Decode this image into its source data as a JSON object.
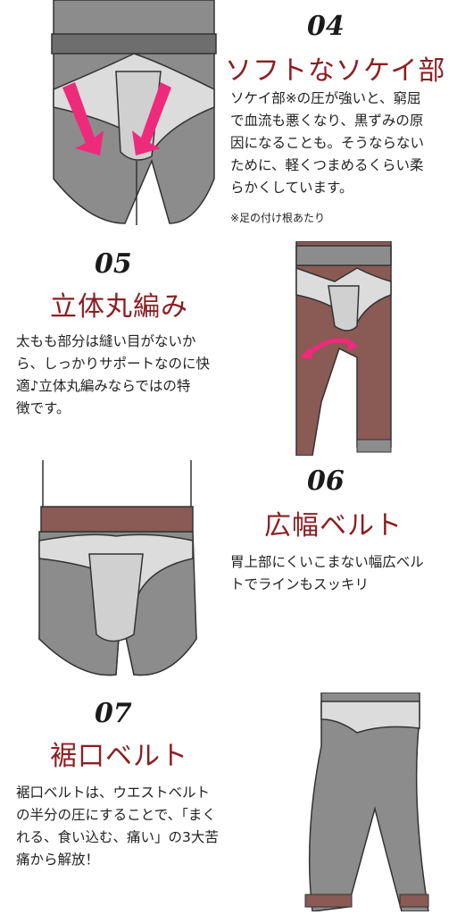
{
  "sections": [
    {
      "number": "04",
      "title": "ソフトなソケイ部",
      "lines": [
        "ソケイ部※の圧が強いと、窮屈",
        "で血流も悪くなり、黒ずみの原",
        "因になることも。そうならない",
        "ために、軽くつまめるくらい柔",
        "らかくしています。"
      ],
      "note": "※足の付け根あたり"
    },
    {
      "number": "05",
      "title": "立体丸編み",
      "lines": [
        "太もも部分は縫い目がないか",
        "ら、しっかりサポートなのに快",
        "適♪立体丸編みならではの特",
        "徴です。"
      ]
    },
    {
      "number": "06",
      "title": "広幅ベルト",
      "lines": [
        "胃上部にくいこまない幅広ベル",
        "トでラインもスッキリ"
      ]
    },
    {
      "number": "07",
      "title": "裾口ベルト",
      "lines": [
        "裾口ベルトは、ウエストベルト",
        "の半分の圧にすることで、「まく",
        "れる、食い込む、痛い」の3大苦",
        "痛から解放！"
      ]
    }
  ],
  "colors": {
    "fabric_gray": "#8c8c8c",
    "fabric_light": "#dcdcdc",
    "band_dark": "#6e6e6e",
    "accent_brown": "#8a5a55",
    "arrow_pink": "#ee2a7b",
    "title_red": "#8b1e22"
  },
  "icons": [
    "inward-arrow-icon",
    "curved-arrow-icon"
  ]
}
